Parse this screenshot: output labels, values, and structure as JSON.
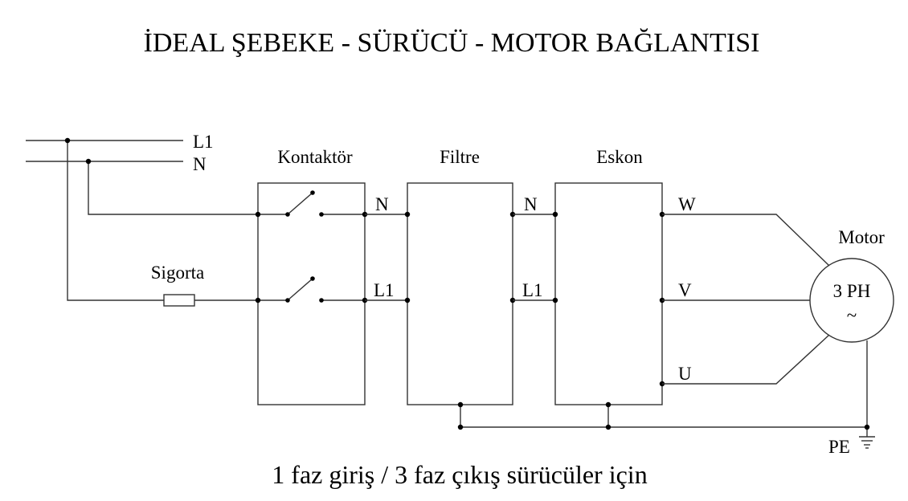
{
  "title": "İDEAL ŞEBEKE - SÜRÜCÜ - MOTOR BAĞLANTISI",
  "subtitle": "1 faz giriş / 3 faz çıkış sürücüler için",
  "supply": {
    "line": "L1",
    "neutral": "N"
  },
  "fuse_label": "Sigorta",
  "blocks": {
    "contactor": "Kontaktör",
    "filter": "Filtre",
    "drive": "Eskon",
    "motor": "Motor"
  },
  "terminals": {
    "contactor_out_n": "N",
    "contactor_out_l1": "L1",
    "filter_out_n": "N",
    "filter_out_l1": "L1",
    "drive_w": "W",
    "drive_v": "V",
    "drive_u": "U"
  },
  "motor": {
    "rating": "3 PH",
    "symbol": "~"
  },
  "earth_label": "PE"
}
